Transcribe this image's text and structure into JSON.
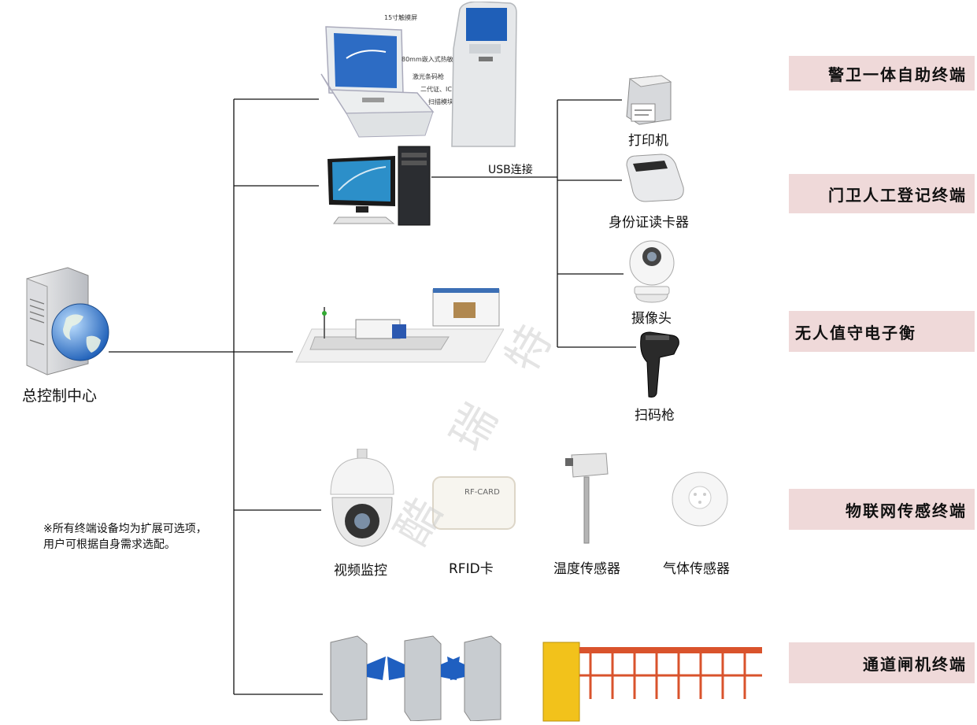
{
  "terminals": {
    "guard_selfservice": "警卫一体自助终端",
    "gate_manual": "门卫人工登记终端",
    "unmanned_scale": "无人值守电子衡",
    "iot_sensor": "物联网传感终端",
    "channel_gate": "通道闸机终端"
  },
  "center": {
    "label": "总控制中心"
  },
  "connection": {
    "usb_label": "USB连接"
  },
  "peripherals": {
    "printer": "打印机",
    "id_reader": "身份证读卡器",
    "camera": "摄像头",
    "scanner": "扫码枪"
  },
  "iot_devices": {
    "video": "视频监控",
    "rfid": "RFID卡",
    "temp": "温度传感器",
    "gas": "气体传感器"
  },
  "kiosk_callouts": {
    "screen": "15寸触摸屏",
    "thermal": "80mm嵌入式热敏",
    "laser": "激光条码枪",
    "id2": "二代证、IC",
    "scan": "扫描模块"
  },
  "rfid_card_text": "RF-CARD",
  "note": "※所有终端设备均为扩展可选项，用户可根据自身需求选配。",
  "watermark": [
    "酷",
    "瑞",
    "特"
  ]
}
